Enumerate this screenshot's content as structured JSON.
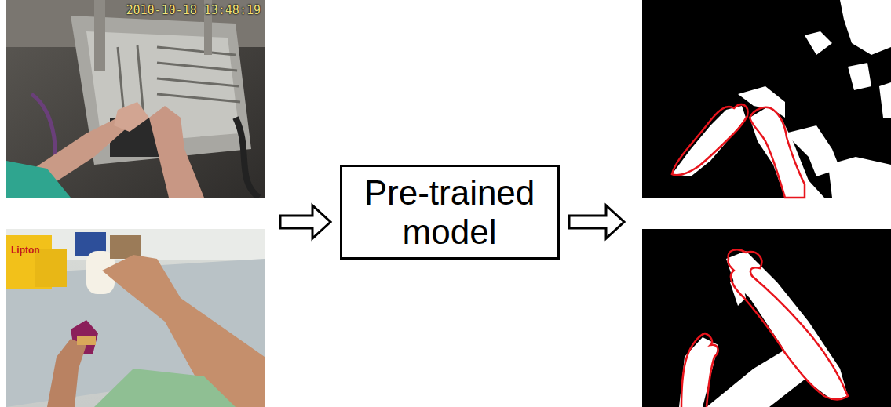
{
  "diagram": {
    "nodes": [
      {
        "text": [
          "Pre-trained model"
        ]
      }
    ],
    "labels": [
      "2010-10-18 13:48:19",
      "Lipton"
    ]
  }
}
